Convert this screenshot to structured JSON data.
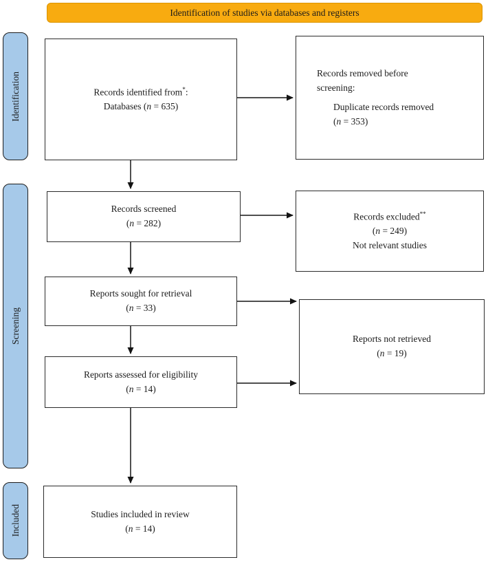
{
  "header": {
    "title": "Identification of studies via databases and registers"
  },
  "stages": {
    "identification": "Identification",
    "screening": "Screening",
    "included": "Included"
  },
  "colors": {
    "banner_bg": "#F8AB10",
    "banner_border": "#DB9400",
    "stage_bg": "#A6C9E9",
    "box_border": "#2A2A2A"
  },
  "boxes": {
    "identified": {
      "line1_pre": "Records identified from",
      "line1_sup": "*",
      "line1_post": ":",
      "line2_pre": "Databases (",
      "line2_var": "n",
      "line2_post": " = 635)"
    },
    "removed": {
      "line1": "Records removed before",
      "line2": "screening:",
      "line3": "Duplicate records removed",
      "count_pre": "(",
      "count_var": "n",
      "count_post": " = 353)"
    },
    "screened": {
      "line1": "Records screened",
      "count_pre": "(",
      "count_var": "n",
      "count_post": " = 282)"
    },
    "excluded": {
      "line1_pre": "Records excluded",
      "line1_sup": "**",
      "count_pre": "(",
      "count_var": "n",
      "count_post": " = 249)",
      "line2": "Not relevant studies"
    },
    "sought": {
      "line1": "Reports sought for retrieval",
      "count_pre": "(",
      "count_var": "n",
      "count_post": " = 33)"
    },
    "not_retrieved": {
      "line1": "Reports not retrieved",
      "count_pre": "(",
      "count_var": "n",
      "count_post": " = 19)"
    },
    "assessed": {
      "line1": "Reports assessed for eligibility",
      "count_pre": "(",
      "count_var": "n",
      "count_post": " = 14)"
    },
    "included": {
      "line1": "Studies included in review",
      "count_pre": "(",
      "count_var": "n",
      "count_post": " = 14)"
    }
  }
}
